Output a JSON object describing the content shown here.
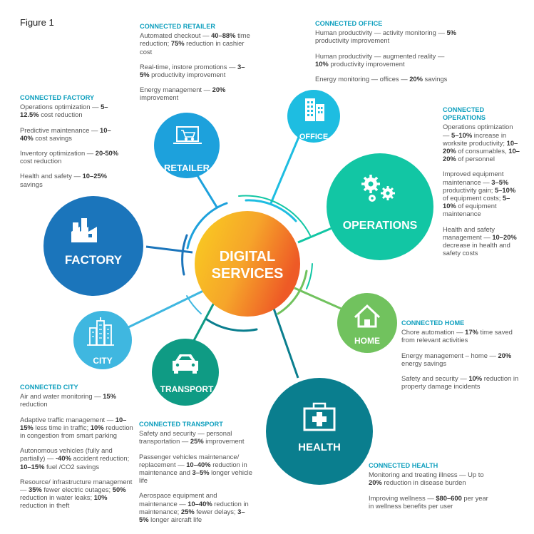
{
  "figure_label": "Figure 1",
  "center": {
    "line1": "DIGITAL",
    "line2": "SERVICES"
  },
  "nodes": {
    "factory": "FACTORY",
    "retailer": "RETAILER",
    "office": "OFFICE",
    "operations": "OPERATIONS",
    "home": "HOME",
    "health": "HEALTH",
    "transport": "TRANSPORT",
    "city": "CITY"
  },
  "icons": {
    "factory": "factory-icon",
    "retailer": "shopping-cart-laptop-icon",
    "office": "office-building-icon",
    "operations": "gears-icon",
    "home": "house-icon",
    "health": "medical-kit-icon",
    "transport": "car-icon",
    "city": "city-buildings-icon"
  },
  "colors": {
    "dark_blue": "#1b75bb",
    "blue": "#1da1dc",
    "cyan": "#1ebde1",
    "teal": "#12c6a4",
    "green": "#71c25e",
    "dark_teal": "#0a7e8e",
    "mid_teal": "#0f9b84",
    "light_blue": "#3fb7e0",
    "center_yellow": "#f9cf20",
    "center_orange": "#ee5a26",
    "heading": "#0e9fbe"
  },
  "texts": {
    "factory": {
      "heading": "CONNECTED FACTORY",
      "items": [
        {
          "label": "Operations optimization — ",
          "value": "5–12.5%",
          "rest": " cost reduction"
        },
        {
          "label": "Predictive maintenance — ",
          "value": "10–40%",
          "rest": " cost savings"
        },
        {
          "label": "Inventory optimization — ",
          "value": "20-50%",
          "rest": " cost reduction"
        },
        {
          "label": "Health and safety — ",
          "value": "10–25%",
          "rest": " savings"
        }
      ]
    },
    "retailer": {
      "heading": "CONNECTED RETAILER",
      "items": [
        {
          "label": "Automated checkout — ",
          "value": "40–88%",
          "rest": " time reduction; ",
          "value2": "75%",
          "rest2": " reduction in cashier cost"
        },
        {
          "label": "Real-time, instore promotions — ",
          "value": "3–5%",
          "rest": " productivity improvement"
        },
        {
          "label": "Energy management — ",
          "value": "20%",
          "rest": " improvement"
        }
      ]
    },
    "office": {
      "heading": "CONNECTED OFFICE",
      "items": [
        {
          "label": "Human productivity — activity monitoring — ",
          "value": "5%",
          "rest": " productivity improvement"
        },
        {
          "label": "Human productivity — augmented reality — ",
          "value": "10%",
          "rest": " productivity improvement"
        },
        {
          "label": "Energy monitoring — offices — ",
          "value": "20%",
          "rest": " savings"
        }
      ]
    },
    "operations": {
      "heading": "CONNECTED OPERATIONS",
      "items": [
        {
          "label": "Operations optimization — ",
          "value": "5–10%",
          "rest": " increase in worksite productivity; ",
          "value2": "10–20%",
          "rest2": " of consumables, ",
          "value3": "10–20%",
          "rest3": " of personnel"
        },
        {
          "label": "Improved equipment maintenance — ",
          "value": "3–5%",
          "rest": " productivity gain; ",
          "value2": "5–10%",
          "rest2": " of equipment costs; ",
          "value3": "5–10%",
          "rest3": " of equipment maintenance"
        },
        {
          "label": "Health and safety management — ",
          "value": "10–20%",
          "rest": " decrease in health and safety costs"
        }
      ]
    },
    "home": {
      "heading": "CONNECTED HOME",
      "items": [
        {
          "label": "Chore automation — ",
          "value": "17%",
          "rest": " time saved from relevant activities"
        },
        {
          "label": "Energy management – home — ",
          "value": "20%",
          "rest": " energy savings"
        },
        {
          "label": "Safety and security — ",
          "value": "10%",
          "rest": " reduction in property damage incidents"
        }
      ]
    },
    "city": {
      "heading": "CONNECTED CITY",
      "items": [
        {
          "label": "Air and water monitoring — ",
          "value": "15%",
          "rest": " reduction"
        },
        {
          "label": "Adaptive traffic management — ",
          "value": "10–15%",
          "rest": " less time in traffic; ",
          "value2": "10%",
          "rest2": " reduction in congestion from smart parking"
        },
        {
          "label": "Autonomous vehicles (fully and partially) — ",
          "value": "-40%",
          "rest": " accident reduction; ",
          "value2": "10–15%",
          "rest2": " fuel /CO2 savings"
        },
        {
          "label": "Resource/ infrastructure management — ",
          "value": "35%",
          "rest": " fewer electric outages; ",
          "value2": "50%",
          "rest2": " reduction in water leaks; ",
          "value3": "10%",
          "rest3": " reduction in theft"
        }
      ]
    },
    "transport": {
      "heading": "CONNECTED TRANSPORT",
      "items": [
        {
          "label": "Safety and security — personal transportation — ",
          "value": "25%",
          "rest": " improvement"
        },
        {
          "label": "Passenger vehicles maintenance/ replacement — ",
          "value": "10–40%",
          "rest": " reduction in maintenance and ",
          "value2": "3–5%",
          "rest2": " longer vehicle life"
        },
        {
          "label": "Aerospace equipment and maintenance — ",
          "value": "10–40%",
          "rest": " reduction in maintenance; ",
          "value2": "25%",
          "rest2": " fewer delays; ",
          "value3": "3–5%",
          "rest3": " longer aircraft life"
        }
      ]
    },
    "health": {
      "heading": "CONNECTED HEALTH",
      "items": [
        {
          "label": "Monitoring and treating illness — Up to ",
          "value": "20%",
          "rest": " reduction in disease burden"
        },
        {
          "label": "Improving wellness — ",
          "value": "$80–600",
          "rest": " per year in wellness benefits per user"
        }
      ]
    }
  }
}
